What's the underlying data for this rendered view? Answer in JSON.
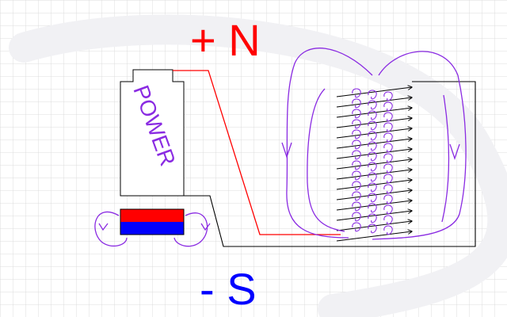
{
  "labels": {
    "positive": "+ N",
    "negative": "- S",
    "battery": "POWER"
  },
  "colors": {
    "positive": "#ff0000",
    "negative": "#0000ff",
    "battery_text": "#8a2be2",
    "field_lines": "#8a2be2",
    "positive_wire": "#ff0000",
    "wire": "#000000",
    "grid": "#dcdcdc",
    "background": "#ffffff"
  },
  "diagram": {
    "coil_arrow_count": 15,
    "magnet_halves": [
      "red",
      "blue"
    ]
  }
}
